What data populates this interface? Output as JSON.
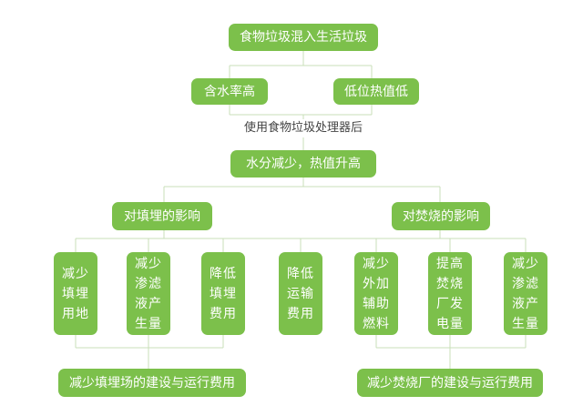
{
  "root": "食物垃圾混入生活垃圾",
  "cause_left": "含水率高",
  "cause_right": "低位热值低",
  "process_label": "使用食物垃圾处理器后",
  "result": "水分减少，热值升高",
  "branch_left": "对填埋的影响",
  "branch_right": "对焚烧的影响",
  "effects": [
    "减少\n填埋\n用地",
    "减少\n渗滤\n液产\n生量",
    "降低\n填埋\n费用",
    "降低\n运输\n费用",
    "减少\n外加\n辅助\n燃料",
    "提高\n焚烧\n厂发\n电量",
    "减少\n渗滤\n液产\n生量"
  ],
  "summary_left": "减少填埋场的建设与运行费用",
  "summary_right": "减少焚烧厂的建设与运行费用",
  "colors": {
    "node": "#7cc04b",
    "connector": "#c9dfb8"
  }
}
